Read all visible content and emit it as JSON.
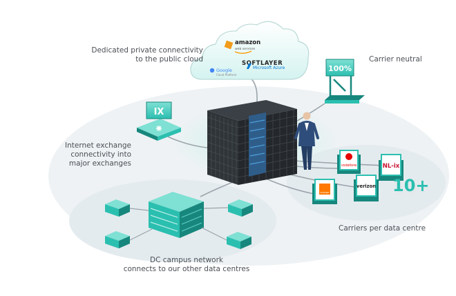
{
  "labels": {
    "cloud_line1": "Dedicated private connectivity",
    "cloud_line2": "to the public cloud",
    "carrier_neutral": "Carrier neutral",
    "ix_line1": "Internet exchange",
    "ix_line2": "connectivity into",
    "ix_line3": "major exchanges",
    "carriers": "Carriers per data centre",
    "campus_line1": "DC campus network",
    "campus_line2": "connects to our other data centres"
  },
  "cloud_providers": {
    "amazon": "amazon",
    "amazon_sub": "web services",
    "softlayer": "SOFTLAYER",
    "google": "Google",
    "google_sub": "Cloud Platform",
    "azure": "Microsoft Azure"
  },
  "badges": {
    "percent": "100%",
    "ix": "IX",
    "carrier_count": "10+"
  },
  "carriers": {
    "vodafone": "vodafone",
    "nlix": "NL-ix",
    "orange": "orange",
    "verizon": "verizon"
  },
  "colors": {
    "teal": "#2bbfb0",
    "teal_dark": "#17877d",
    "teal_light": "#bdeee8",
    "ground": "#eef2f4",
    "rack": "#2f3438",
    "server": "#2f5d8a",
    "orange": "#ff7900",
    "vodafone": "#e60000",
    "nlix": "#c8102e",
    "person": "#2f4d7a"
  }
}
